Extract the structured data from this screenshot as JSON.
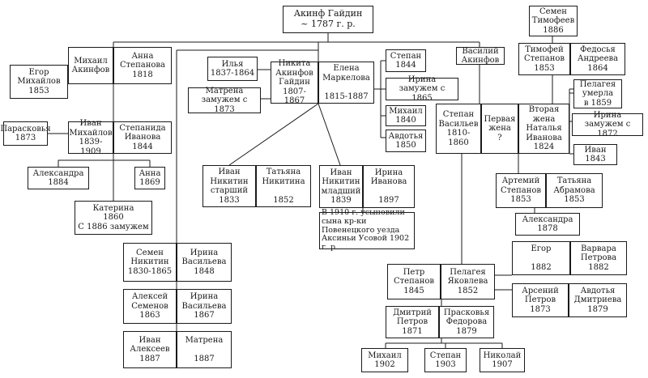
{
  "tree": {
    "nodes": [
      {
        "id": "akinf",
        "text": "Акинф Гайдин\n~ 1787 г. р."
      },
      {
        "id": "semen_t",
        "text": "Семен\nТимофеев\n1886"
      },
      {
        "id": "timofey",
        "text": "Тимофей\nСтепанов\n1853"
      },
      {
        "id": "fedosya",
        "text": "Федосья\nАндреева\n1864"
      },
      {
        "id": "mikhail_ak",
        "text": "Михаил\nАкинфов"
      },
      {
        "id": "anna_st",
        "text": "Анна\nСтепанова\n1818"
      },
      {
        "id": "egor_m",
        "text": "Егор\nМихайлов\n1853"
      },
      {
        "id": "ilya",
        "text": "Илья\n1837-1864"
      },
      {
        "id": "matrena1873",
        "text": "Матрена\nзамужем с 1873"
      },
      {
        "id": "nikita",
        "text": "Никита\nАкинфов\nГайдин\n1807-1867"
      },
      {
        "id": "elena",
        "text": "Елена\nМаркелова\n\n1815-1887"
      },
      {
        "id": "stepan1844",
        "text": "Степан\n1844"
      },
      {
        "id": "irina1865",
        "text": "Ирина\nзамужем с 1865"
      },
      {
        "id": "mikhail1840",
        "text": "Михаил\n1840"
      },
      {
        "id": "avdotya1850",
        "text": "Авдотья\n1850"
      },
      {
        "id": "vasily",
        "text": "Василий\nАкинфов"
      },
      {
        "id": "stepan_v",
        "text": "Степан\nВасильев\n1810-1860"
      },
      {
        "id": "first_wife",
        "text": "Первая\nжена\n?"
      },
      {
        "id": "second_wife",
        "text": "Вторая\nжена\nНаталья\nИванова\n1824"
      },
      {
        "id": "pelageya1859",
        "text": "Пелагея\nумерла\nв 1859"
      },
      {
        "id": "irina1872",
        "text": "Ирина\nзамужем с 1872"
      },
      {
        "id": "ivan1843",
        "text": "Иван\n1843"
      },
      {
        "id": "paraskovya",
        "text": "Парасковья\n1873"
      },
      {
        "id": "ivan_m",
        "text": "Иван\nМихайлов\n1839-1909"
      },
      {
        "id": "stepanida",
        "text": "Степанида\nИванова\n1844"
      },
      {
        "id": "aleksandra1884",
        "text": "Александра\n1884"
      },
      {
        "id": "anna1869",
        "text": "Анна\n1869"
      },
      {
        "id": "katerina",
        "text": "Катерина\n1860\nС 1886 замужем"
      },
      {
        "id": "ivan_star",
        "text": "Иван\nНикитин\nстарший\n1833"
      },
      {
        "id": "tatyana_n",
        "text": "Татьяна\nНикитина\n\n1852"
      },
      {
        "id": "ivan_mlad",
        "text": "Иван\nНикитин\nмладший\n1839"
      },
      {
        "id": "irina_iv",
        "text": "Ирина\nИванова\n\n1897"
      },
      {
        "id": "note1910",
        "text": "В 1910 г. усыновили сына кр-ки Повенецкого уезда Аксиньи Усовой 1902 г. р."
      },
      {
        "id": "artemy",
        "text": "Артемий\nСтепанов\n1853"
      },
      {
        "id": "tatyana_a",
        "text": "Татьяна\nАбрамова\n1853"
      },
      {
        "id": "aleksandra1878",
        "text": "Александра\n1878"
      },
      {
        "id": "semen_n",
        "text": "Семен\nНикитин\n1830-1865"
      },
      {
        "id": "irina1848",
        "text": "Ирина\nВасильева\n1848"
      },
      {
        "id": "aleksey",
        "text": "Алексей\nСеменов\n1863"
      },
      {
        "id": "irina1867",
        "text": "Ирина\nВасильева\n1867"
      },
      {
        "id": "ivan_al",
        "text": "Иван\nАлексеев\n1887"
      },
      {
        "id": "matrena1887",
        "text": "Матрена\n\n1887"
      },
      {
        "id": "egor1882",
        "text": "Егор\n\n1882"
      },
      {
        "id": "varvara",
        "text": "Варвара\nПетрова\n1882"
      },
      {
        "id": "petr",
        "text": "Петр\nСтепанов\n1845"
      },
      {
        "id": "pelageya_ya",
        "text": "Пелагея\nЯковлева\n1852"
      },
      {
        "id": "arseny",
        "text": "Арсений\nПетров\n1873"
      },
      {
        "id": "avdotya_d",
        "text": "Авдотья\nДмитриева\n1879"
      },
      {
        "id": "dmitry",
        "text": "Дмитрий\nПетров\n1871"
      },
      {
        "id": "praskovya",
        "text": "Прасковья\nФедорова\n1879"
      },
      {
        "id": "mikhail1902",
        "text": "Михаил\n1902"
      },
      {
        "id": "stepan1903",
        "text": "Степан\n1903"
      },
      {
        "id": "nikolay",
        "text": "Николай\n1907"
      }
    ]
  }
}
